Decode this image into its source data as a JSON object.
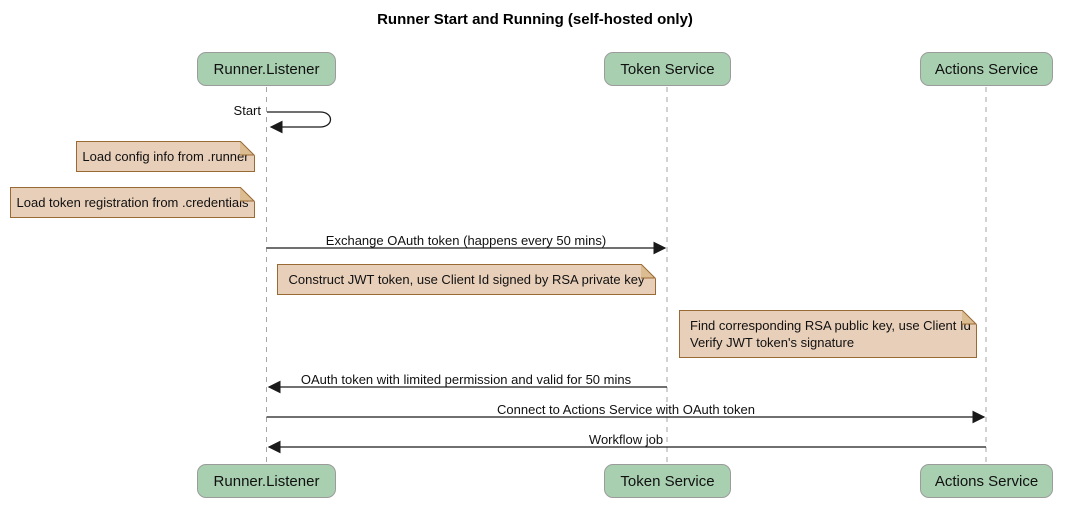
{
  "title": "Runner Start and Running (self-hosted only)",
  "participants": [
    {
      "name": "Runner.Listener"
    },
    {
      "name": "Token Service"
    },
    {
      "name": "Actions Service"
    }
  ],
  "messages": {
    "start": "Start",
    "exchange": "Exchange OAuth token (happens every 50 mins)",
    "oauth_return": "OAuth token with limited permission and valid for 50 mins",
    "connect": "Connect to Actions Service with OAuth token",
    "workflow": "Workflow job"
  },
  "notes": {
    "load_config": "Load config info from .runner",
    "load_token": "Load token registration from .credentials",
    "construct_jwt": "Construct JWT token, use Client Id signed by RSA private key",
    "find_rsa_line1": "Find corresponding RSA public key, use Client Id",
    "find_rsa_line2": "Verify JWT token's signature"
  },
  "colors": {
    "participant_fill": "#a8d0b0",
    "participant_border": "#9b9b9b",
    "note_fill": "#e8cfb9",
    "note_border": "#9a6a35",
    "note_flap": "#dcbd92",
    "lifeline": "#a6a6a6",
    "arrow": "#1a1a1a"
  }
}
